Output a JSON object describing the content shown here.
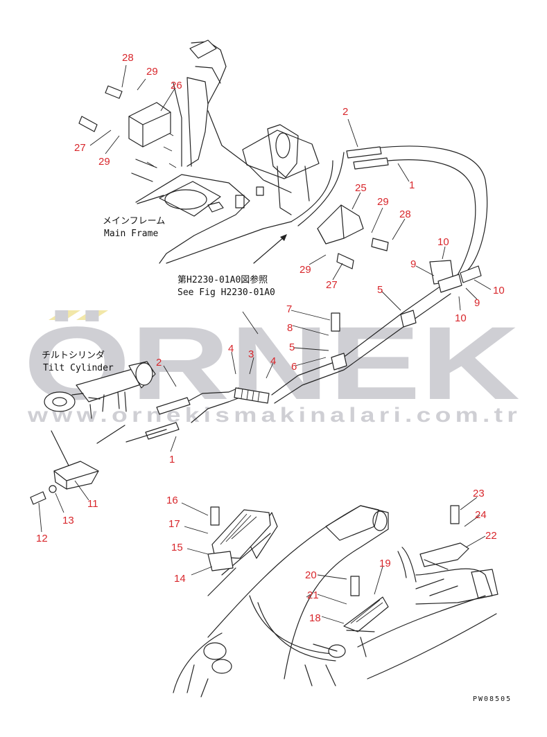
{
  "watermark": {
    "brand": "ÖRNEK",
    "url": "www.ornekismakinalari.com.tr",
    "accent_color": "#f2e7a8"
  },
  "labels": {
    "main_frame_jp": "メインフレーム",
    "main_frame_en": "Main Frame",
    "see_fig_jp": "第H2230-01A0図参照",
    "see_fig_en": "See Fig H2230-01A0",
    "tilt_cylinder_jp": "チルトシリンダ",
    "tilt_cylinder_en": "Tilt Cylinder",
    "drawing_code": "PW08505"
  },
  "part_numbers": [
    {
      "id": "p28a",
      "text": "28"
    },
    {
      "id": "p29a",
      "text": "29"
    },
    {
      "id": "p26",
      "text": "26"
    },
    {
      "id": "p27a",
      "text": "27"
    },
    {
      "id": "p29b",
      "text": "29"
    },
    {
      "id": "p2a",
      "text": "2"
    },
    {
      "id": "p1a",
      "text": "1"
    },
    {
      "id": "p25",
      "text": "25"
    },
    {
      "id": "p29c",
      "text": "29"
    },
    {
      "id": "p28b",
      "text": "28"
    },
    {
      "id": "p10a",
      "text": "10"
    },
    {
      "id": "p9a",
      "text": "9"
    },
    {
      "id": "p10b",
      "text": "10"
    },
    {
      "id": "p9b",
      "text": "9"
    },
    {
      "id": "p10c",
      "text": "10"
    },
    {
      "id": "p29d",
      "text": "29"
    },
    {
      "id": "p27b",
      "text": "27"
    },
    {
      "id": "p5a",
      "text": "5"
    },
    {
      "id": "p7",
      "text": "7"
    },
    {
      "id": "p8",
      "text": "8"
    },
    {
      "id": "p5b",
      "text": "5"
    },
    {
      "id": "p6",
      "text": "6"
    },
    {
      "id": "p2b",
      "text": "2"
    },
    {
      "id": "p4a",
      "text": "4"
    },
    {
      "id": "p3",
      "text": "3"
    },
    {
      "id": "p4b",
      "text": "4"
    },
    {
      "id": "p1b",
      "text": "1"
    },
    {
      "id": "p11",
      "text": "11"
    },
    {
      "id": "p13",
      "text": "13"
    },
    {
      "id": "p12",
      "text": "12"
    },
    {
      "id": "p16",
      "text": "16"
    },
    {
      "id": "p17",
      "text": "17"
    },
    {
      "id": "p15",
      "text": "15"
    },
    {
      "id": "p14",
      "text": "14"
    },
    {
      "id": "p20",
      "text": "20"
    },
    {
      "id": "p21",
      "text": "21"
    },
    {
      "id": "p18",
      "text": "18"
    },
    {
      "id": "p19",
      "text": "19"
    },
    {
      "id": "p23",
      "text": "23"
    },
    {
      "id": "p24",
      "text": "24"
    },
    {
      "id": "p22",
      "text": "22"
    }
  ]
}
